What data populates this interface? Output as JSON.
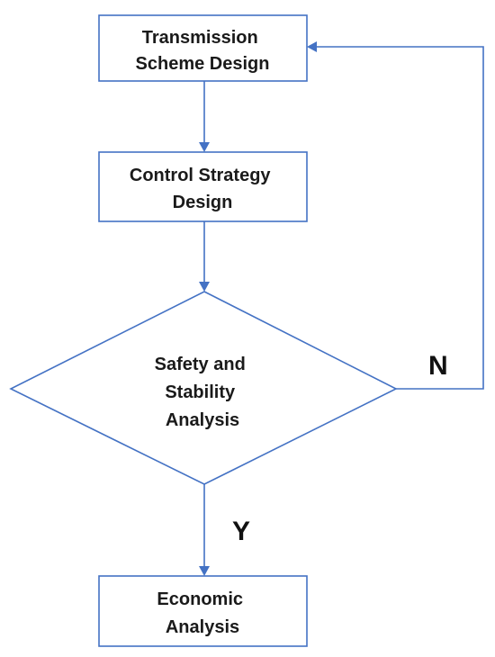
{
  "nodes": {
    "transmission": {
      "lines": [
        "Transmission",
        "Scheme Design"
      ]
    },
    "control": {
      "lines": [
        "Control Strategy",
        "Design"
      ]
    },
    "safety": {
      "lines": [
        "Safety and",
        "Stability",
        "Analysis"
      ]
    },
    "economic": {
      "lines": [
        "Economic",
        "Analysis"
      ]
    }
  },
  "branches": {
    "no": "N",
    "yes": "Y"
  },
  "colors": {
    "stroke": "#4472c4",
    "text": "#1a1a1a"
  }
}
